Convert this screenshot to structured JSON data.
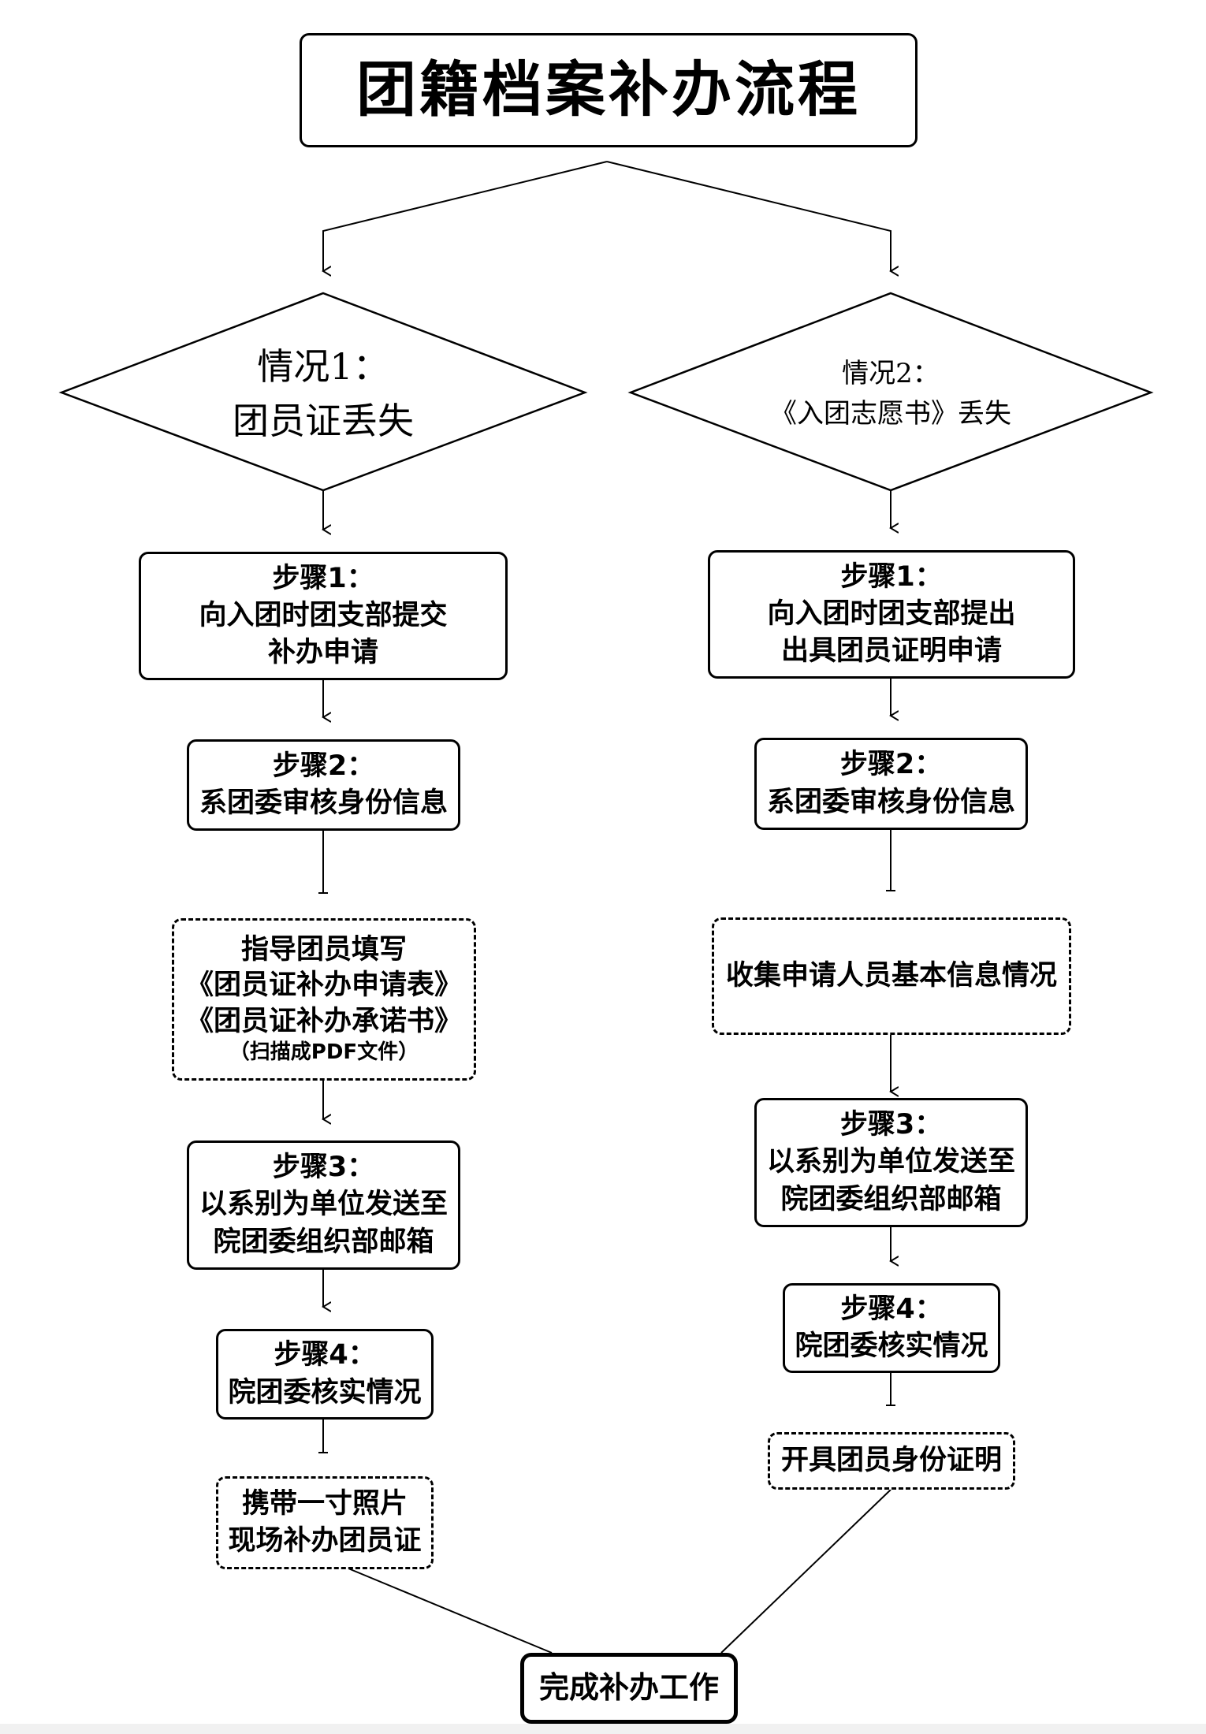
{
  "title": "团籍档案补办流程",
  "case1": {
    "label": "情况1：",
    "desc": "团员证丢失",
    "steps": [
      {
        "label": "步骤1：",
        "lines": [
          "向入团时团支部提交",
          "补办申请"
        ]
      },
      {
        "label": "步骤2：",
        "lines": [
          "系团委审核身份信息"
        ]
      },
      {
        "lines": [
          "指导团员填写",
          "《团员证补办申请表》",
          "《团员证补办承诺书》"
        ],
        "note": "（扫描成PDF文件）"
      },
      {
        "label": "步骤3：",
        "lines": [
          "以系别为单位发送至",
          "院团委组织部邮箱"
        ]
      },
      {
        "label": "步骤4：",
        "lines": [
          "院团委核实情况"
        ]
      },
      {
        "lines": [
          "携带一寸照片",
          "现场补办团员证"
        ]
      }
    ]
  },
  "case2": {
    "label": "情况2：",
    "desc": "《入团志愿书》丢失",
    "steps": [
      {
        "label": "步骤1：",
        "lines": [
          "向入团时团支部提出",
          "出具团员证明申请"
        ]
      },
      {
        "label": "步骤2：",
        "lines": [
          "系团委审核身份信息"
        ]
      },
      {
        "lines": [
          "收集申请人员基本信息情况"
        ]
      },
      {
        "label": "步骤3：",
        "lines": [
          "以系别为单位发送至",
          "院团委组织部邮箱"
        ]
      },
      {
        "label": "步骤4：",
        "lines": [
          "院团委核实情况"
        ]
      },
      {
        "lines": [
          "开具团员身份证明"
        ]
      }
    ]
  },
  "final": "完成补办工作"
}
